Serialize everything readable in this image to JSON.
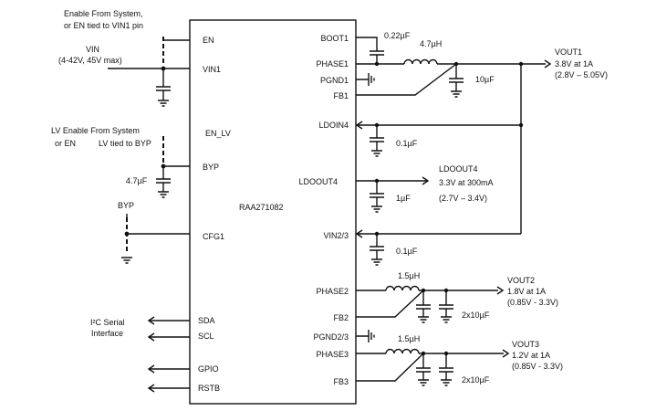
{
  "chip": {
    "name": "RAA271082",
    "left_pins": [
      "EN",
      "VIN1",
      "EN_LV",
      "BYP",
      "CFG1",
      "SDA",
      "SCL",
      "GPIO",
      "RSTB"
    ],
    "right_pins": [
      "BOOT1",
      "PHASE1",
      "PGND1",
      "FB1",
      "LDOIN4",
      "LDOOUT4",
      "VIN2/3",
      "PHASE2",
      "FB2",
      "PGND2/3",
      "PHASE3",
      "FB3"
    ]
  },
  "notes": {
    "enable_line1": "Enable From System,",
    "enable_line2": "or EN tied to VIN1 pin",
    "vin_line1": "VIN",
    "vin_line2": "(4-42V, 45V max)",
    "lv_line1": "LV Enable From System",
    "lv_line2a": "or EN",
    "lv_line2b": "LV tied to BYP",
    "byp_label": "BYP",
    "i2c_line1": "I²C Serial",
    "i2c_line2": "Interface"
  },
  "components": {
    "c_boot": "0.22µF",
    "l1": "4.7µH",
    "c_out1": "10µF",
    "c_ldoin": "0.1µF",
    "c_ldoout": "1µF",
    "c_vin23": "0.1µF",
    "c_byp": "4.7µF",
    "l2": "1.5µH",
    "c_out2": "2x10µF",
    "l3": "1.5µH",
    "c_out3": "2x10µF"
  },
  "outputs": {
    "vout1_name": "VOUT1",
    "vout1_spec": "3.8V at 1A",
    "vout1_range": "(2.8V – 5.05V)",
    "ldo_name": "LDOOUT4",
    "ldo_spec": "3.3V at 300mA",
    "ldo_range": "(2.7V – 3.4V)",
    "vout2_name": "VOUT2",
    "vout2_spec": "1.8V at 1A",
    "vout2_range": "(0.85V - 3.3V)",
    "vout3_name": "VOUT3",
    "vout3_spec": "1.2V at 1A",
    "vout3_range": "(0.85V - 3.3V)"
  }
}
